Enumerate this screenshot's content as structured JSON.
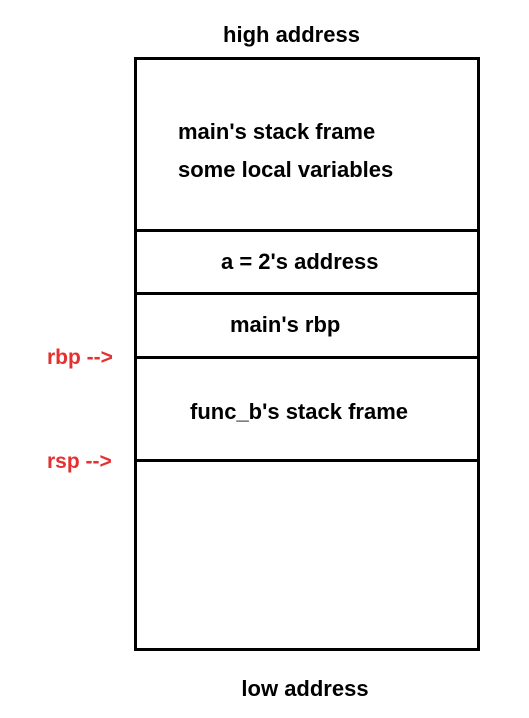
{
  "diagram": {
    "top_label": "high address",
    "bottom_label": "low address",
    "cells": [
      {
        "lines": [
          "main's stack frame",
          "some local variables"
        ]
      },
      {
        "lines": [
          "a = 2's address"
        ]
      },
      {
        "lines": [
          "main's rbp"
        ]
      },
      {
        "lines": [
          "func_b's stack frame"
        ]
      },
      {
        "lines": []
      }
    ],
    "pointers": [
      {
        "label": "rbp -->"
      },
      {
        "label": "rsp -->"
      }
    ],
    "colors": {
      "pointer": "#e53030",
      "text": "#000000",
      "border": "#000000"
    }
  }
}
